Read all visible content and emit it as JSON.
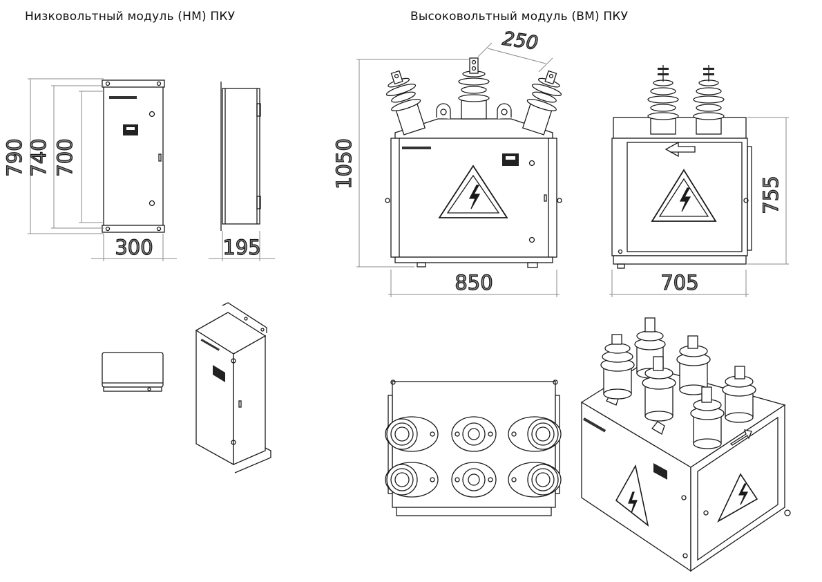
{
  "titles": {
    "low_voltage": "Низковольтный модуль (НМ) ПКУ",
    "high_voltage": "Высоковольтный модуль (ВМ) ПКУ"
  },
  "dimensions": {
    "nm_front_h1": "790",
    "nm_front_h2": "740",
    "nm_front_h3": "700",
    "nm_front_w": "300",
    "nm_side_d": "195",
    "vm_front_tilt": "250",
    "vm_front_h": "1050",
    "vm_front_w": "850",
    "vm_side_h": "755",
    "vm_side_w": "705"
  },
  "colors": {
    "line": "#1a1a1a",
    "dim": "#8a8a8a",
    "fill": "#ffffff"
  },
  "icons": [
    "lightning-warning-icon",
    "arrow-icon",
    "nameplate-icon"
  ]
}
